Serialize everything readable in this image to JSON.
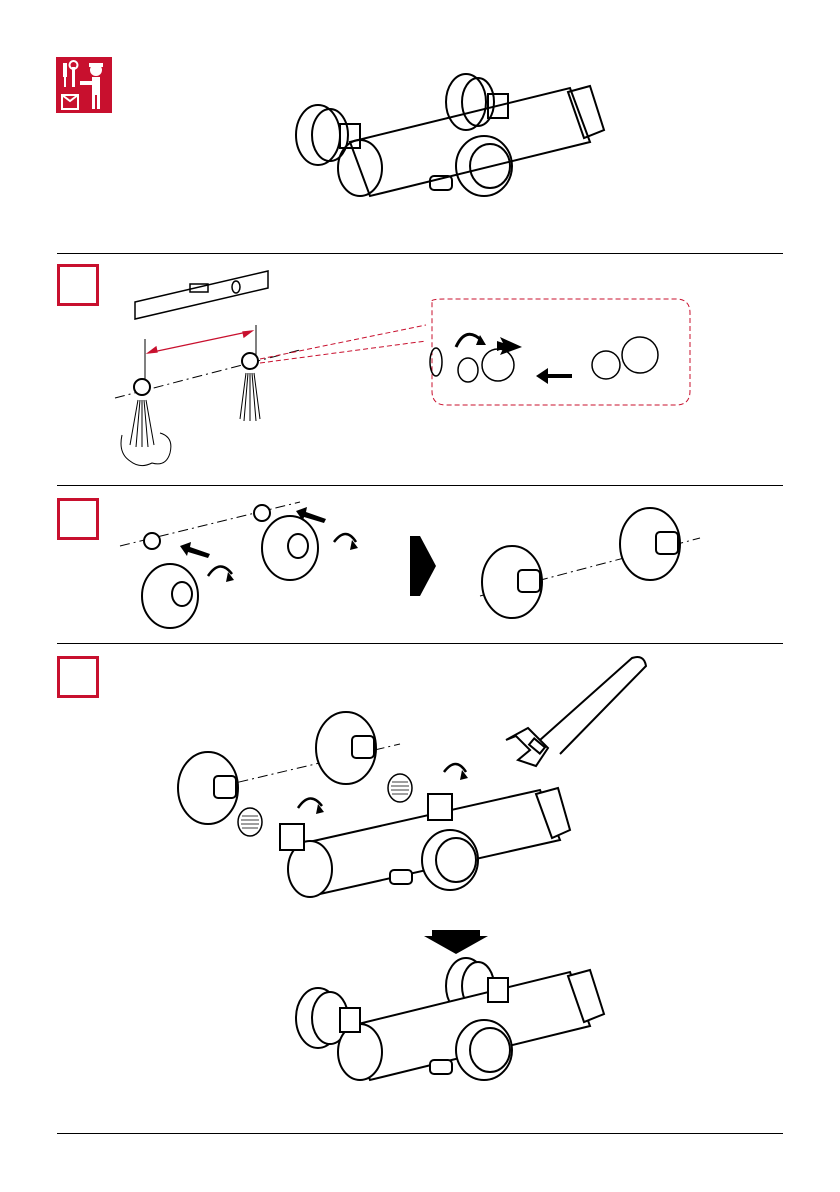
{
  "document": {
    "type": "installation-instructions",
    "steps": [
      {
        "name": "step-1",
        "label": ""
      },
      {
        "name": "step-2",
        "label": ""
      },
      {
        "name": "step-3",
        "label": ""
      }
    ]
  },
  "icons": {
    "pictogram": "installer-tools-icon",
    "spirit_level": "spirit-level-icon",
    "wrench": "adjustable-wrench-icon",
    "arrow": "direction-arrow-icon"
  },
  "colors": {
    "accent": "#c8102e",
    "line": "#000000",
    "background": "#ffffff"
  }
}
